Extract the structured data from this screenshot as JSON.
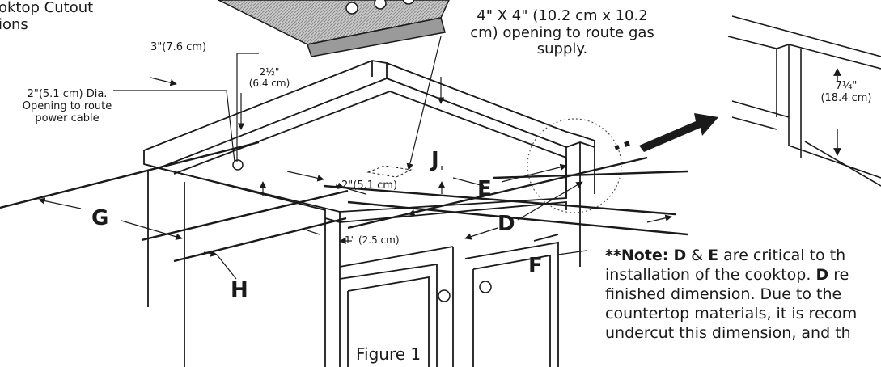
{
  "title": {
    "line1": "oktop Cutout",
    "line2": "ions"
  },
  "figure_caption": "Figure 1",
  "callouts": {
    "gas_opening_line1": "4\" X 4\" (10.2 cm x 10.2",
    "gas_opening_line2": "cm) opening to route gas",
    "gas_opening_line3": "supply.",
    "power_line1": "2\"(5.1 cm) Dia.",
    "power_line2": "Opening to route",
    "power_line3": "power cable",
    "dim_3in": "3\"(7.6 cm)",
    "dim_2half_a": "2½\"",
    "dim_2half_b": "(6.4 cm)",
    "dim_2in": "2\"(5.1 cm)",
    "dim_1in": "1\" (2.5 cm)",
    "dim_7quarter_a": "7¼\"",
    "dim_7quarter_b": "(18.4 cm)"
  },
  "letters": {
    "J": "J",
    "E": "E",
    "D": "D",
    "G": "G",
    "H": "H",
    "F": "F"
  },
  "note": {
    "prefix": "**Note:",
    "d": "D",
    "amp": " & ",
    "e": "E",
    "l1_tail": " are critical to th",
    "l2_a": "installation of the cooktop. ",
    "l2_d": "D",
    "l2_tail": " re",
    "l3": "finished dimension. Due to the",
    "l4": "countertop materials, it is recom",
    "l5": "undercut this dimension, and th"
  }
}
